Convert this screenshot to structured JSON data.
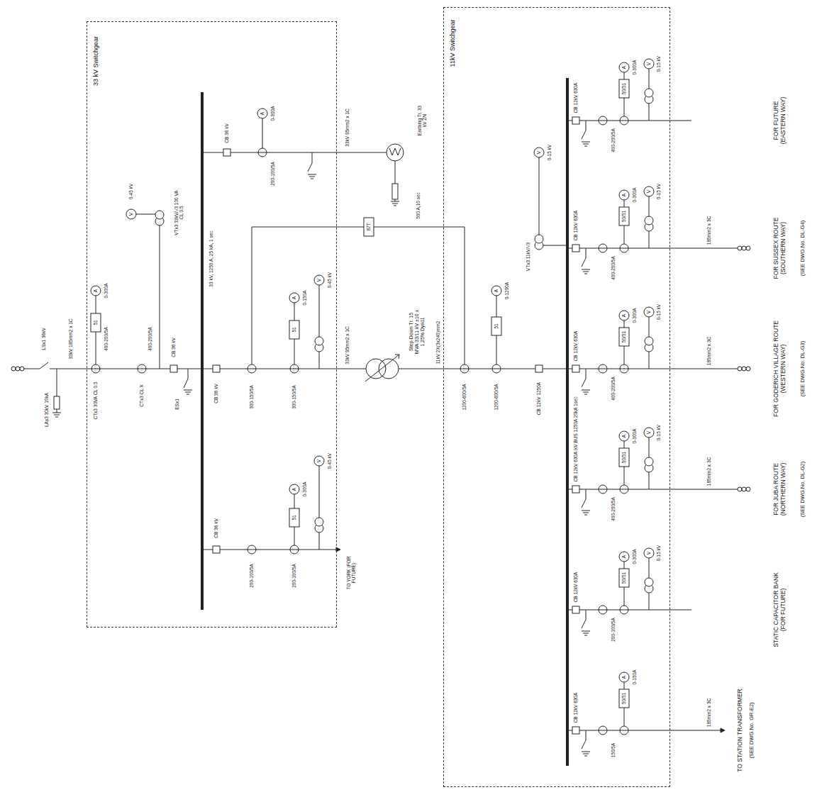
{
  "diagram": {
    "nodes": [
      {
        "text": [
          "33 kV Switchgear"
        ]
      },
      {
        "text": [
          "11kV Switchgear"
        ]
      },
      {
        "text": [
          "Step-Down Tr. 15 MVA 33/11 kV ±10 x 1.25% Dyn11"
        ]
      }
    ],
    "edges": [
      {
        "from": 0,
        "to": 2,
        "arrow": "none",
        "label": "33kV 95mm2 x 1C"
      },
      {
        "from": 2,
        "to": 1,
        "arrow": "none",
        "label": "11kV 2X(3x240)mm2"
      }
    ],
    "labels": [
      "LSx1 36kV",
      "LAx3 30kV 10kA",
      "33kV 185mm2 x 1C",
      "400-200/5A",
      "CTx3 30VA CL 0.5",
      "51",
      "A",
      "0-300A",
      "400-200/5A",
      "CTx3 CL X",
      "CB 36 kV",
      "ESx1",
      "V",
      "0-45 kV",
      "VTx3 33kV/√3 100 VA CL 0.5",
      "33 kV, 1250 A, 25 kA, 1 sec",
      "CB 36 kV",
      "200-100/5A",
      "A",
      "0-300A",
      "33kV 95mm2 x 1C",
      "Earthing Tr. 33 kV ZN",
      "500 A,10 sec",
      "CB 36 kV",
      "300-150/5A",
      "300-150/5A",
      "51",
      "A",
      "0-150A",
      "V",
      "0-45 kV",
      "87T",
      "CB 36 kV",
      "200-100/5A",
      "200-100/5A",
      "51",
      "A",
      "0-300A",
      "V",
      "0-45 kV",
      "TO YORK (FOR FUTURE)",
      "1200-600/5A",
      "1200-600/5A",
      "CB 12kV 1250A",
      "51",
      "A",
      "0-1200A",
      "V",
      "0-15 kV",
      "VTx3 11kV/√3",
      "11kV BUS 1250A 20kA 1sec",
      "CB 12kV 630A",
      "400-200/5A",
      "50/51",
      "A",
      "0-300A",
      "V",
      "0-15 kV",
      "FOR FUTURE (EASTERN WAY)",
      "CB 12kV 630A",
      "400-200/5A",
      "50/51",
      "A",
      "0-300A",
      "V",
      "0-15 kV",
      "185mm2 x 3C",
      "FOR SUSSEX ROUTE (SOUTHERN WAY)",
      "(SEE DWG.No. DL-G4)",
      "CB 12kV 630A",
      "400-200/5A",
      "50/51",
      "A",
      "0-300A",
      "V",
      "0-15 kV",
      "185mm2 x 3C",
      "FOR GODERICH VILLAGE ROUTE (WESTERN WAY)",
      "(SEE DWG.No. DL-G3)",
      "CB 12kV 630A",
      "400-200/5A",
      "50/51",
      "A",
      "0-300A",
      "V",
      "0-15 kV",
      "185mm2 x 3C",
      "FOR JUBA ROUTE (NORTHERN WAY)",
      "(SEE DWG.No. DL-G2)",
      "CB 12kV 630A",
      "200-100/5A",
      "50/51",
      "A",
      "0-300A",
      "V",
      "0-15 kV",
      "STATIC CAPACITOR BANK (FOR FUTURE)",
      "CB 12kV 630A",
      "150/5A",
      "50/51",
      "A",
      "0-150A",
      "185mm2 x 3C",
      "TO STATION TRANSFORMER",
      "(SEE DWG.No. GR-E2)"
    ]
  }
}
